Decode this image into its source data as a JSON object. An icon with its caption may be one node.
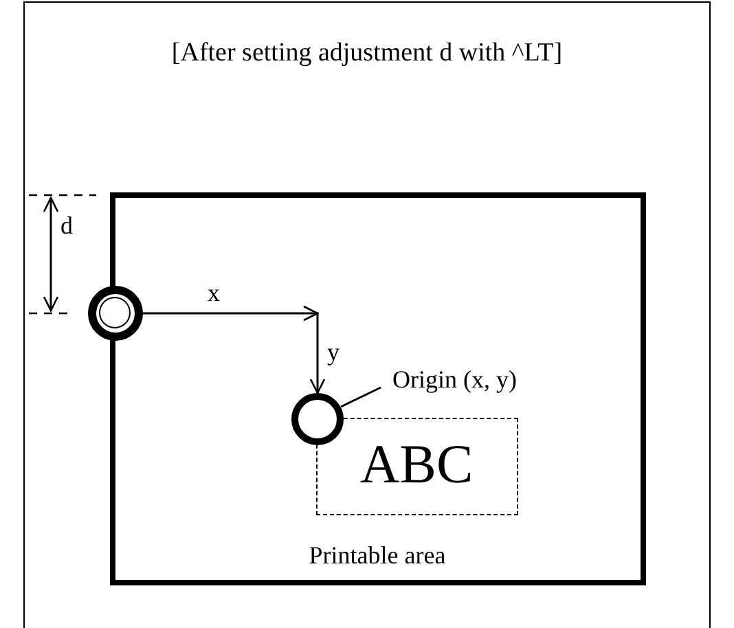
{
  "diagram": {
    "nodes": [
      {
        "text": [
          "[After setting adjustment d with ^LT]"
        ]
      },
      {
        "text": [
          "Printable area"
        ],
        "in": 0
      },
      {
        "text": [],
        "shape": "circle",
        "in": 0
      },
      {
        "text": [],
        "shape": "circle",
        "in": 1
      },
      {
        "text": [
          "ABC"
        ],
        "in": 1
      },
      {
        "text": [
          "Origin (x, y)"
        ],
        "in": 1
      }
    ],
    "edges": [
      {
        "from": 2,
        "to": 3,
        "arrow": "to"
      },
      {
        "from": 5,
        "to": 3,
        "arrow": "none"
      }
    ],
    "labels": [
      "d",
      "x",
      "y"
    ]
  }
}
